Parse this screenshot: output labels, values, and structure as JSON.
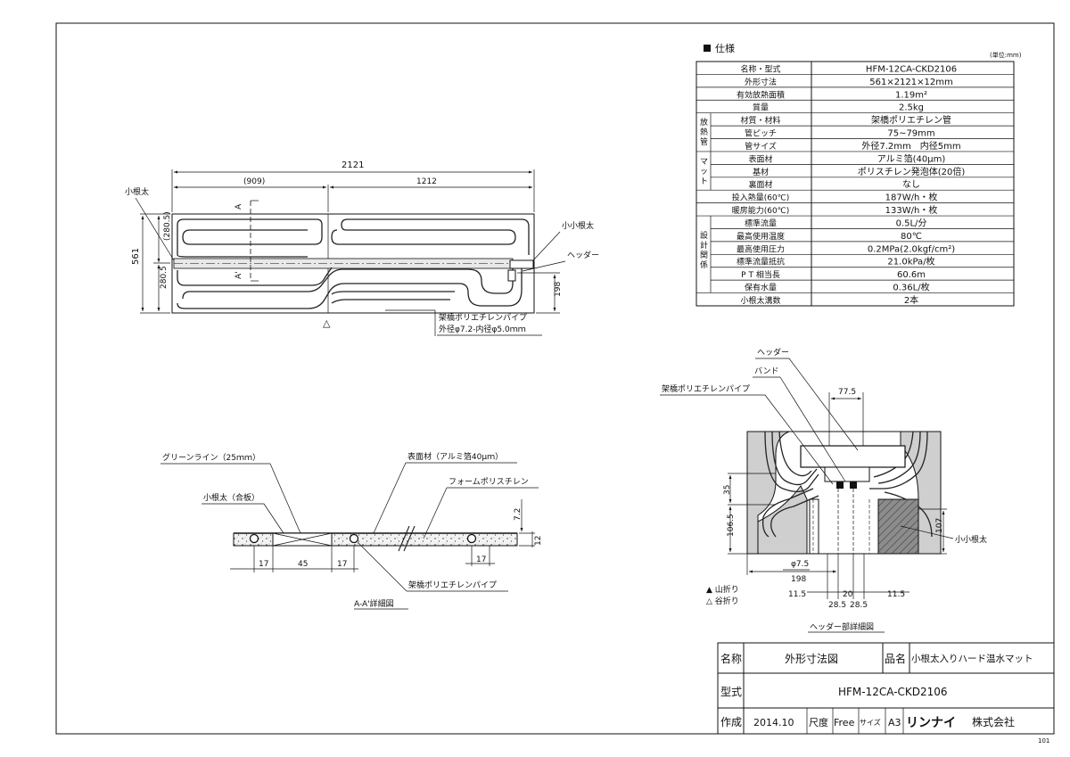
{
  "spec": {
    "heading": "仕様",
    "unit_note": "(単位:mm)",
    "rows": [
      {
        "label": "名称・型式",
        "value": "HFM-12CA-CKD2106"
      },
      {
        "label": "外形寸法",
        "value": "561×2121×12mm"
      },
      {
        "label": "有効放熱面積",
        "value": "1.19m²"
      },
      {
        "label": "質量",
        "value": "2.5kg"
      },
      {
        "label": "材質・材料",
        "value": "架橋ポリエチレン管"
      },
      {
        "label": "管ピッチ",
        "value": "75~79mm"
      },
      {
        "label": "管サイズ",
        "value": "外径7.2mm　内径5mm"
      },
      {
        "label": "表面材",
        "value": "アルミ箔(40μm)"
      },
      {
        "label": "基材",
        "value": "ポリスチレン発泡体(20倍)"
      },
      {
        "label": "裏面材",
        "value": "なし"
      },
      {
        "label": "投入熱量(60℃)",
        "value": "187W/h・枚"
      },
      {
        "label": "暖房能力(60℃)",
        "value": "133W/h・枚"
      },
      {
        "label": "標準流量",
        "value": "0.5L/分"
      },
      {
        "label": "最高使用温度",
        "value": "80℃"
      },
      {
        "label": "最高使用圧力",
        "value": "0.2MPa(2.0kgf/cm²)"
      },
      {
        "label": "標準流量抵抗",
        "value": "21.0kPa/枚"
      },
      {
        "label": "P T 相当長",
        "value": "60.6m"
      },
      {
        "label": "保有水量",
        "value": "0.36L/枚"
      },
      {
        "label": "小根太溝数",
        "value": "2本"
      }
    ],
    "groups": {
      "houneki": "放熱管",
      "mat": "マット",
      "sekkei": "設計関係"
    }
  },
  "plan": {
    "dim_total": "2121",
    "dim_left": "(909)",
    "dim_right": "1212",
    "dim_height": "561",
    "dim_half_top": "(280.5)",
    "dim_half_bottom": "280.5",
    "dim_198": "198",
    "label_konedai": "小根太",
    "label_shokonedai": "小小根太",
    "label_header": "ヘッダー",
    "section_mark": "A",
    "section_mark_prime": "A'",
    "pipe_label_1": "架橋ポリエチレンパイプ",
    "pipe_label_2": "外径φ7.2-内径φ5.0ｍｍ",
    "triangle": "△"
  },
  "section": {
    "title": "A-A'詳細図",
    "label_green": "グリーンライン（25ｍｍ）",
    "label_konedai": "小根太（合板）",
    "label_surface": "表面材（アルミ箔40μｍ）",
    "label_foam": "フォームポリスチレン",
    "label_pipe": "架橋ポリエチレンパイプ",
    "dim_17a": "17",
    "dim_45": "45",
    "dim_17b": "17",
    "dim_17c": "17",
    "dim_72": "7.2",
    "dim_12": "12"
  },
  "header_detail": {
    "title": "ヘッダー部詳細図",
    "label_header": "ヘッダー",
    "label_band": "バンド",
    "label_pipe": "架橋ポリエチレンパイプ",
    "label_shokonedai": "小小根太",
    "dim_775": "77.5",
    "dim_35": "35",
    "dim_1065": "106.5",
    "dim_107": "107",
    "dim_phi75": "φ7.5",
    "dim_198": "198",
    "dim_115a": "11.5",
    "dim_20": "20",
    "dim_115b": "11.5",
    "dim_285a": "28.5",
    "dim_285b": "28.5",
    "legend_mountain": "▲ 山折り",
    "legend_valley": "△ 谷折り"
  },
  "title_block": {
    "name_label": "名称",
    "name_value": "外形寸法図",
    "product_label": "品名",
    "product_value": "小根太入りハード温水マット",
    "model_label": "型式",
    "model_value": "HFM-12CA-CKD2106",
    "made_label": "作成",
    "made_value": "2014.10",
    "scale_label": "尺度",
    "scale_value": "Free",
    "size_label": "サイズ",
    "size_value": "A3",
    "company_logo": "リンナイ",
    "company_suffix": "株式会社"
  },
  "sheet_number": "101"
}
